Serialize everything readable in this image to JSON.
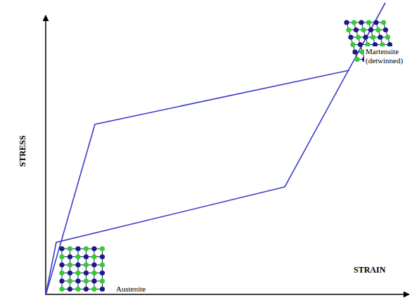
{
  "diagram": {
    "labels": [
      "STRESS",
      "STRAIN",
      "Martensite (detwinned)",
      "Austenite"
    ]
  }
}
